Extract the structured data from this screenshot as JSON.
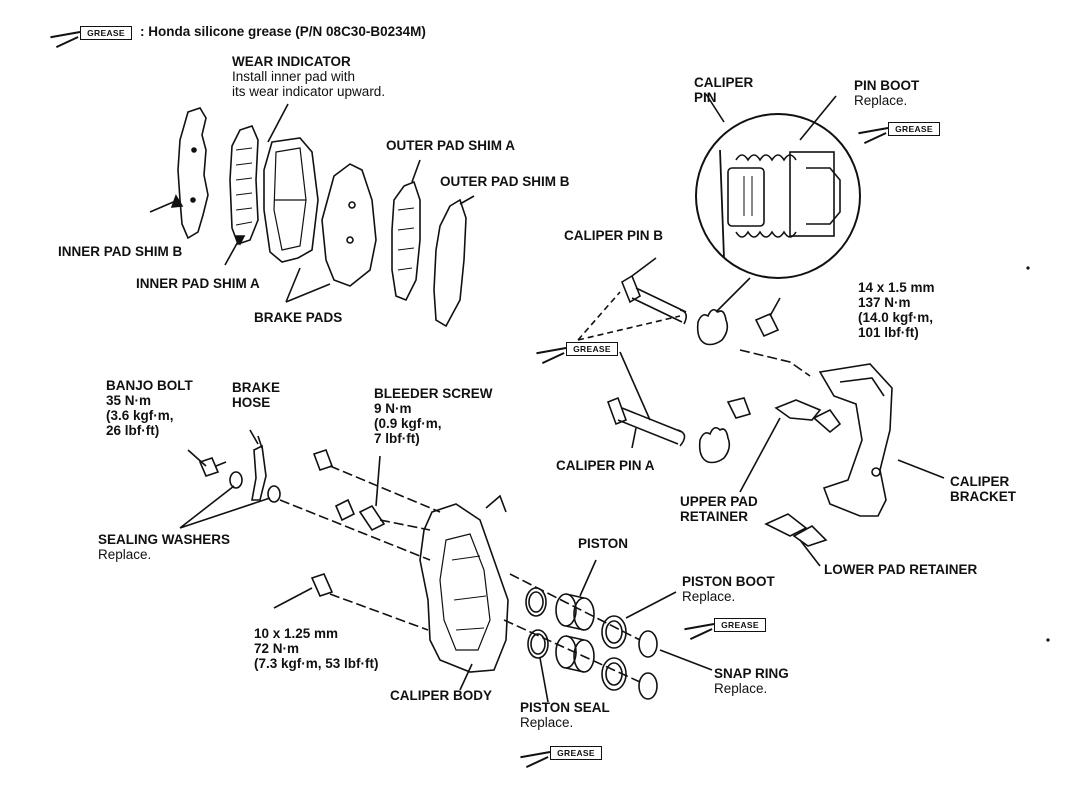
{
  "legend": {
    "grease_tag": "GREASE",
    "text": ": Honda silicone grease (P/N 08C30-B0234M)"
  },
  "labels": {
    "wear_indicator": {
      "title": "WEAR INDICATOR",
      "note1": "Install inner pad with",
      "note2": "its wear indicator upward."
    },
    "inner_pad_shim_b": "INNER PAD SHIM B",
    "inner_pad_shim_a": "INNER PAD SHIM A",
    "brake_pads": "BRAKE PADS",
    "outer_pad_shim_a": "OUTER PAD SHIM A",
    "outer_pad_shim_b": "OUTER PAD SHIM B",
    "caliper_pin": {
      "line1": "CALIPER",
      "line2": "PIN"
    },
    "pin_boot": {
      "title": "PIN BOOT",
      "note": "Replace."
    },
    "caliper_pin_b": "CALIPER PIN B",
    "bolt_14": {
      "line1": "14 x 1.5 mm",
      "line2": "137 N·m",
      "line3": "(14.0 kgf·m,",
      "line4": "101 lbf·ft)"
    },
    "banjo_bolt": {
      "title": "BANJO BOLT",
      "line1": "35 N·m",
      "line2": "(3.6 kgf·m,",
      "line3": "26 lbf·ft)"
    },
    "brake_hose": {
      "line1": "BRAKE",
      "line2": "HOSE"
    },
    "bleeder_screw": {
      "title": "BLEEDER SCREW",
      "line1": "9 N·m",
      "line2": "(0.9 kgf·m,",
      "line3": "7 lbf·ft)"
    },
    "caliper_pin_a": "CALIPER PIN A",
    "caliper_bracket": {
      "line1": "CALIPER",
      "line2": "BRACKET"
    },
    "upper_pad_retainer": {
      "line1": "UPPER PAD",
      "line2": "RETAINER"
    },
    "sealing_washers": {
      "title": "SEALING WASHERS",
      "note": "Replace."
    },
    "piston": "PISTON",
    "lower_pad_retainer": "LOWER PAD RETAINER",
    "piston_boot": {
      "title": "PISTON BOOT",
      "note": "Replace."
    },
    "bolt_10": {
      "line1": "10 x 1.25 mm",
      "line2": "72 N·m",
      "line3": "(7.3 kgf·m, 53 lbf·ft)"
    },
    "snap_ring": {
      "title": "SNAP RING",
      "note": "Replace."
    },
    "caliper_body": "CALIPER BODY",
    "piston_seal": {
      "title": "PISTON SEAL",
      "note": "Replace."
    }
  }
}
